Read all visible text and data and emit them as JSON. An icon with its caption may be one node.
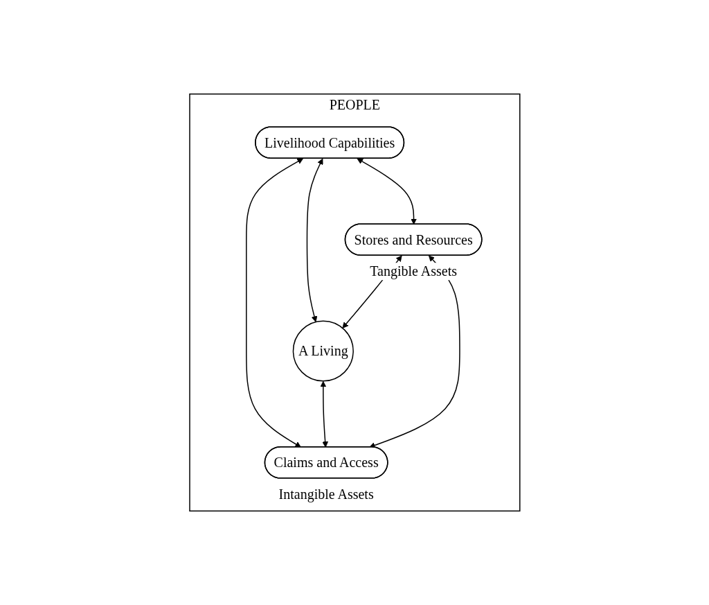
{
  "diagram": {
    "nodes": [
      {
        "text": [
          "PEOPLE"
        ]
      },
      {
        "text": [
          "Livelihood Capabilities"
        ],
        "in": 0
      },
      {
        "text": [
          "A Living"
        ],
        "in": 0
      },
      {
        "text": [
          "Stores and Resources"
        ],
        "in": 0,
        "beside": [
          "Tangible Assets"
        ]
      },
      {
        "text": [
          "Claims and Access"
        ],
        "in": 0,
        "beside": [
          "Intangible Assets"
        ]
      }
    ],
    "edges": [
      {
        "from": 1,
        "to": 3,
        "arrow": "both"
      },
      {
        "from": 1,
        "to": 2,
        "arrow": "both"
      },
      {
        "from": 1,
        "to": 4,
        "arrow": "both"
      },
      {
        "from": 3,
        "to": 2,
        "arrow": "both"
      },
      {
        "from": 2,
        "to": 4,
        "arrow": "both"
      },
      {
        "from": 3,
        "to": 4,
        "arrow": "both"
      }
    ]
  }
}
